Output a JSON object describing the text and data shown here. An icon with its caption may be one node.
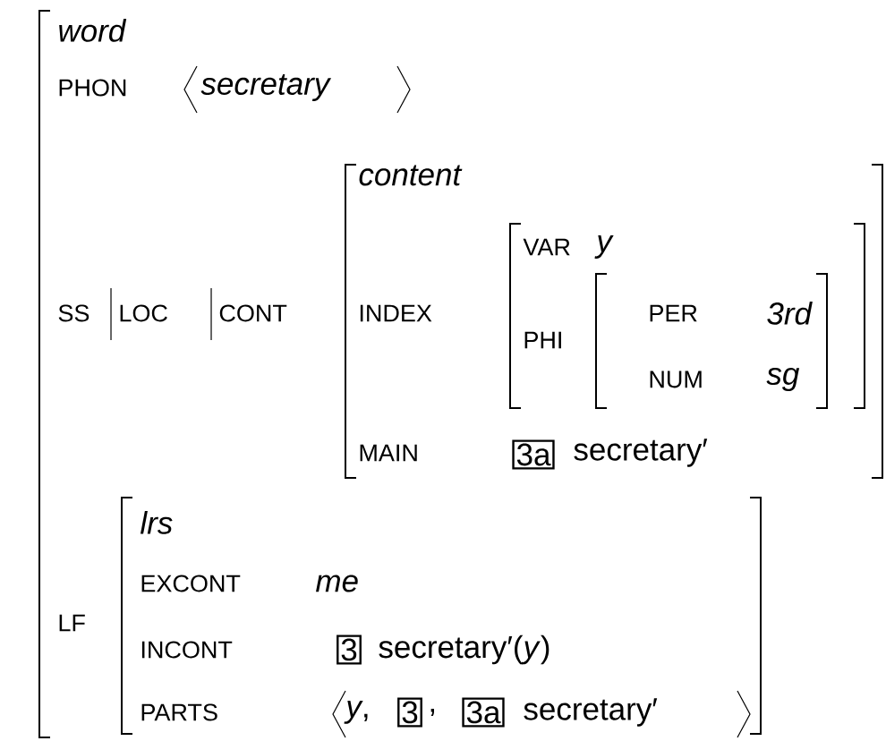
{
  "diagram": {
    "nodes": [
      {
        "text": [
          "3a"
        ]
      },
      {
        "text": [
          "3"
        ]
      },
      {
        "text": [
          "3"
        ]
      },
      {
        "text": [
          "3a"
        ]
      }
    ],
    "labels": [
      "word",
      "PHON",
      "secretary",
      "SS",
      "LOC",
      "CONT",
      "content",
      "INDEX",
      "VAR",
      "y",
      "PHI",
      "PER",
      "3rd",
      "NUM",
      "sg",
      "MAIN",
      "secretary′",
      "LF",
      "lrs",
      "EXCONT",
      "me",
      "INCONT",
      "secretary′(*y*)",
      "PARTS",
      "*y*,",
      ",",
      "secretary′"
    ]
  }
}
